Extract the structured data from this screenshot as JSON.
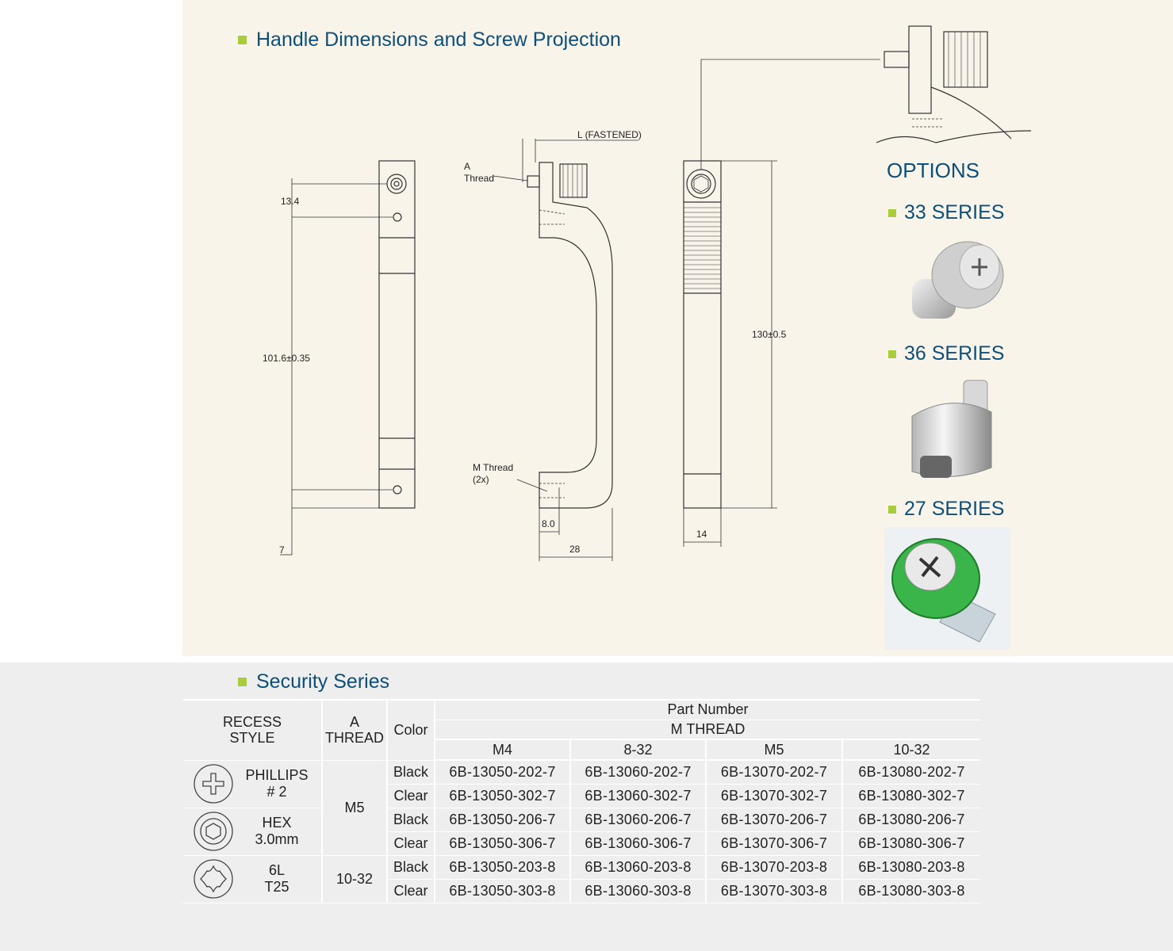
{
  "section1": {
    "title": "Handle Dimensions and Screw Projection"
  },
  "drawing": {
    "dim_13_4": "13.4",
    "dim_101": "101.6±0.35",
    "dim_7": "7",
    "l_fastened": "L (FASTENED)",
    "a_thread": "A",
    "a_thread2": "Thread",
    "m_thread": "M Thread",
    "m_thread2": "(2x)",
    "dim_8": "8.0",
    "dim_28": "28",
    "dim_130": "130±0.5",
    "dim_14": "14"
  },
  "options": {
    "title": "OPTIONS",
    "series": [
      "33 SERIES",
      "36 SERIES",
      "27 SERIES"
    ]
  },
  "section2": {
    "title": "Security Series"
  },
  "table": {
    "h_recess": "RECESS STYLE",
    "h_a1": "A",
    "h_a2": "THREAD",
    "h_color": "Color",
    "h_part": "Part Number",
    "h_mthread": "M THREAD",
    "cols": [
      "M4",
      "8-32",
      "M5",
      "10-32"
    ],
    "groups": [
      {
        "recess1": "PHILLIPS",
        "recess2": "# 2",
        "icon": "phillips-recess-icon"
      },
      {
        "recess1": "HEX",
        "recess2": "3.0mm",
        "icon": "hex-recess-icon"
      },
      {
        "recess1": "6L",
        "recess2": "T25",
        "icon": "torx-recess-icon"
      }
    ],
    "a_thread_values": [
      "M5",
      "10-32"
    ],
    "rows": [
      {
        "color": "Black",
        "parts": [
          "6B-13050-202-7",
          "6B-13060-202-7",
          "6B-13070-202-7",
          "6B-13080-202-7"
        ]
      },
      {
        "color": "Clear",
        "parts": [
          "6B-13050-302-7",
          "6B-13060-302-7",
          "6B-13070-302-7",
          "6B-13080-302-7"
        ]
      },
      {
        "color": "Black",
        "parts": [
          "6B-13050-206-7",
          "6B-13060-206-7",
          "6B-13070-206-7",
          "6B-13080-206-7"
        ]
      },
      {
        "color": "Clear",
        "parts": [
          "6B-13050-306-7",
          "6B-13060-306-7",
          "6B-13070-306-7",
          "6B-13080-306-7"
        ]
      },
      {
        "color": "Black",
        "parts": [
          "6B-13050-203-8",
          "6B-13060-203-8",
          "6B-13070-203-8",
          "6B-13080-203-8"
        ]
      },
      {
        "color": "Clear",
        "parts": [
          "6B-13050-303-8",
          "6B-13060-303-8",
          "6B-13070-303-8",
          "6B-13080-303-8"
        ]
      }
    ]
  },
  "colors": {
    "heading": "#0e4f7a",
    "bullet": "#a9cc3d",
    "panel": "#f8f4ea",
    "table_bg": "#eeeeee"
  }
}
